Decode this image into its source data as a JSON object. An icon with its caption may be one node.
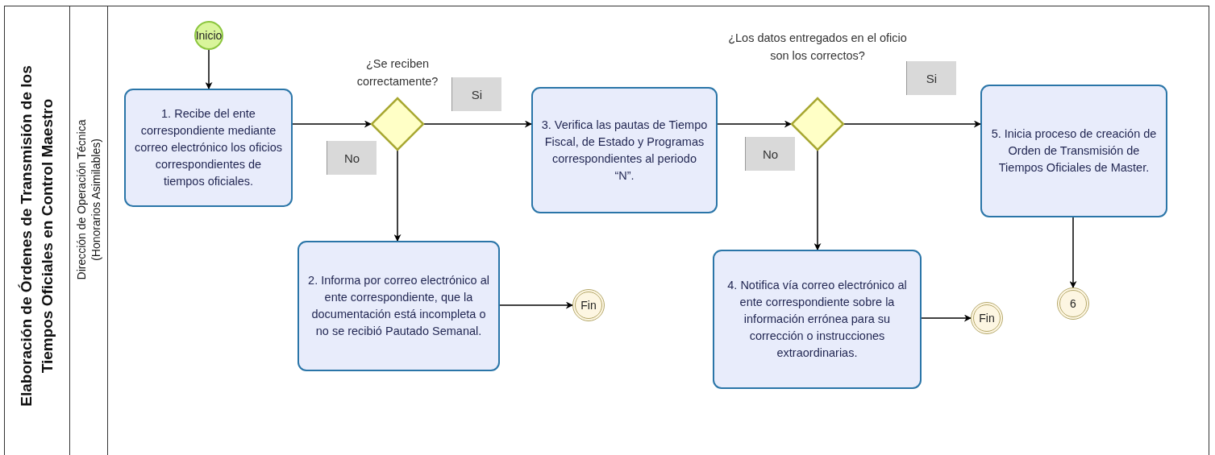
{
  "diagram": {
    "nodes": [
      {
        "text": [
          "Elaboración de Órdenes de Transmisión de los Tiempos Oficiales en Control Maestro"
        ]
      },
      {
        "text": [
          "Dirección de Operación Técnica (Honorarios Asimilables)"
        ],
        "in": 0
      },
      {
        "text": [
          "Inicio"
        ],
        "in": 1
      },
      {
        "text": [
          "1. Recibe del ente correspondiente mediante correo electrónico los oficios correspondientes de tiempos oficiales."
        ],
        "in": 1
      },
      {
        "text": [],
        "shape": "diamond",
        "beside": [
          "¿Se reciben correctamente?"
        ],
        "in": 1
      },
      {
        "text": [
          "3. Verifica las pautas de Tiempo Fiscal, de Estado y Programas correspondientes al periodo “N”."
        ],
        "in": 1
      },
      {
        "text": [
          "2. Informa por correo electrónico al ente correspondiente, que la documentación está incompleta o no se recibió Pautado Semanal."
        ],
        "in": 1
      },
      {
        "text": [
          "Fin"
        ],
        "in": 1
      },
      {
        "text": [],
        "shape": "diamond",
        "beside": [
          "¿Los datos entregados en el oficio son los correctos?"
        ],
        "in": 1
      },
      {
        "text": [
          "5. Inicia proceso de creación de Orden de Transmisión de Tiempos Oficiales de Master."
        ],
        "in": 1
      },
      {
        "text": [
          "4. Notifica vía correo electrónico al ente correspondiente sobre la información errónea para su corrección o instrucciones extraordinarias."
        ],
        "in": 1
      },
      {
        "text": [
          "Fin"
        ],
        "in": 1
      },
      {
        "text": [
          "6"
        ],
        "in": 1
      }
    ],
    "edges": [
      {
        "from": 2,
        "to": 3,
        "arrow": "to"
      },
      {
        "from": 3,
        "to": 4,
        "arrow": "to"
      },
      {
        "from": 4,
        "to": 5,
        "arrow": "to",
        "label": "Si"
      },
      {
        "from": 4,
        "to": 6,
        "arrow": "to",
        "label": "No"
      },
      {
        "from": 6,
        "to": 7,
        "arrow": "to"
      },
      {
        "from": 5,
        "to": 8,
        "arrow": "to"
      },
      {
        "from": 8,
        "to": 9,
        "arrow": "to",
        "label": "Si"
      },
      {
        "from": 8,
        "to": 10,
        "arrow": "to",
        "label": "No"
      },
      {
        "from": 10,
        "to": 11,
        "arrow": "to"
      },
      {
        "from": 9,
        "to": 12,
        "arrow": "to"
      }
    ]
  }
}
